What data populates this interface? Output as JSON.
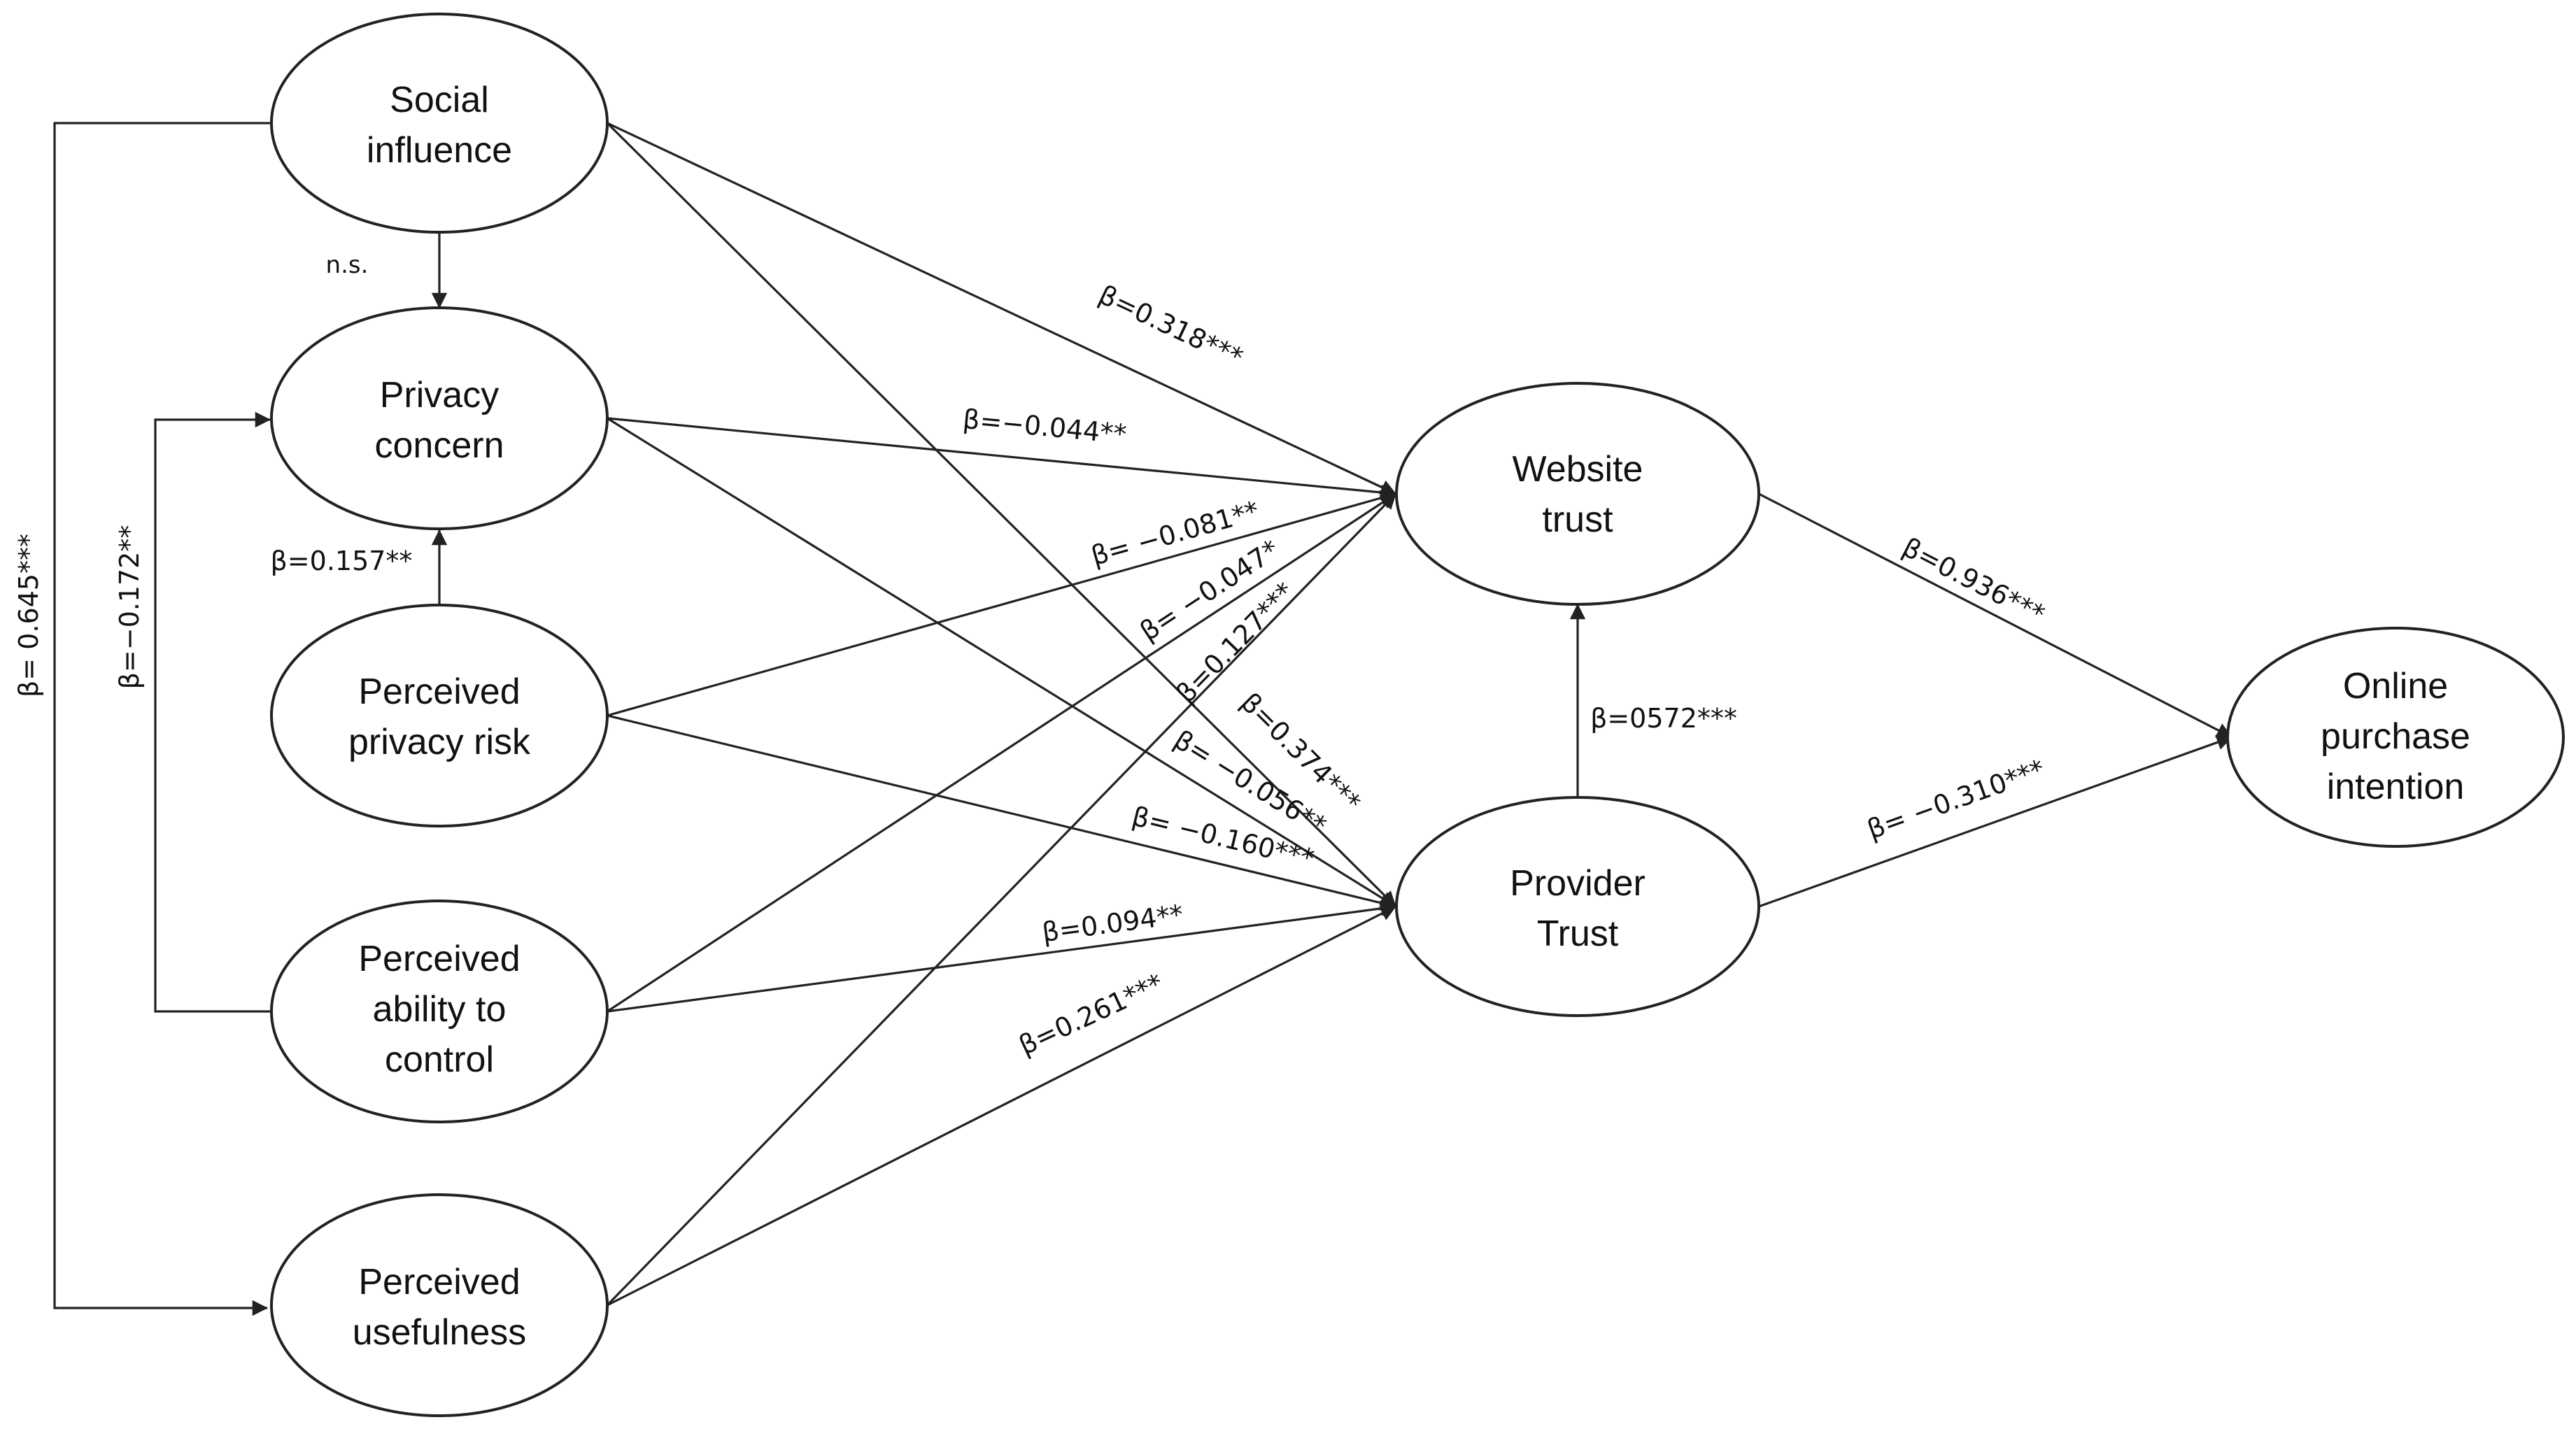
{
  "nodes": {
    "social_influence": [
      "Social",
      "influence"
    ],
    "privacy_concern": [
      "Privacy",
      "concern"
    ],
    "perceived_privacy_risk": [
      "Perceived",
      "privacy risk"
    ],
    "perceived_ability_to_control": [
      "Perceived",
      "ability to",
      "control"
    ],
    "perceived_usefulness": [
      "Perceived",
      "usefulness"
    ],
    "website_trust": [
      "Website",
      "trust"
    ],
    "provider_trust": [
      "Provider",
      "Trust"
    ],
    "online_purchase_intention": [
      "Online",
      "purchase",
      "intention"
    ]
  },
  "labels": {
    "si_pc": "n.s.",
    "pr_pc": "β=0.157**",
    "ac_pc": "β=−0.172**",
    "si_pu": "β= 0.645***",
    "si_wt": "β=0.318***",
    "pc_wt": "β=−0.044**",
    "pr_wt": "β= −0.081**",
    "ac_wt": "β= −0.047*",
    "pu_wt": "β=0.127***",
    "si_pt": "β=0.374***",
    "pc_pt": "β= −0.056**",
    "pr_pt": "β= −0.160***",
    "ac_pt": "β=0.094**",
    "pu_pt": "β=0.261***",
    "pt_wt": "β=0572***",
    "wt_opi": "β=0.936***",
    "pt_opi": "β= −0.310***"
  },
  "colors": {
    "stroke": "#222222",
    "background": "#ffffff",
    "text": "#111111"
  }
}
